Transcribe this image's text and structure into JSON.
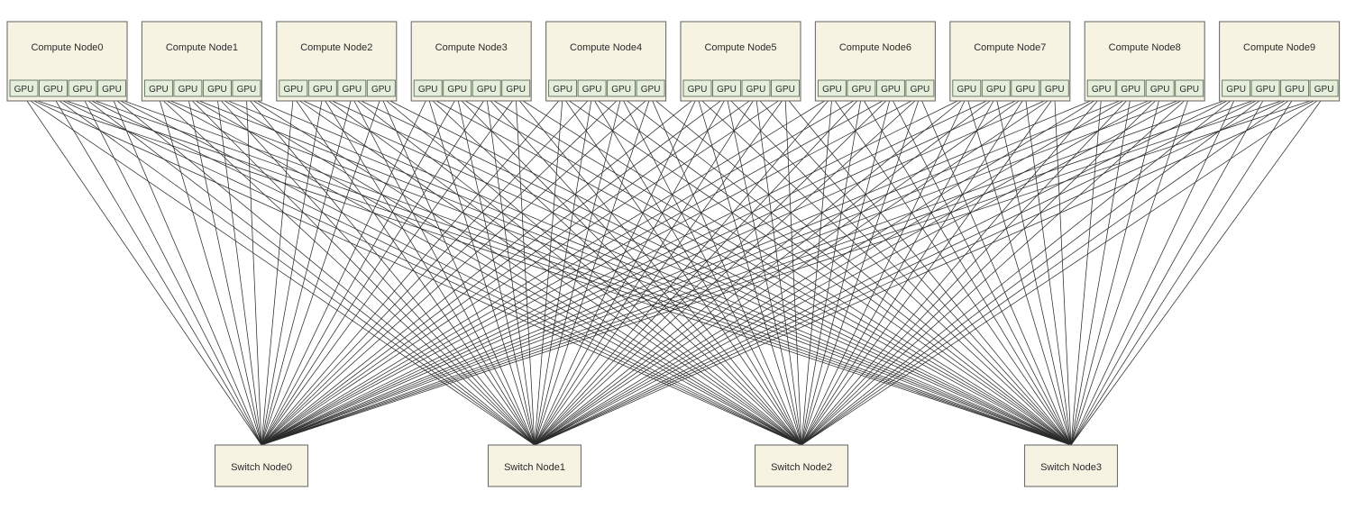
{
  "compute_nodes": [
    {
      "label": "Compute Node0",
      "gpus": [
        "GPU",
        "GPU",
        "GPU",
        "GPU"
      ]
    },
    {
      "label": "Compute Node1",
      "gpus": [
        "GPU",
        "GPU",
        "GPU",
        "GPU"
      ]
    },
    {
      "label": "Compute Node2",
      "gpus": [
        "GPU",
        "GPU",
        "GPU",
        "GPU"
      ]
    },
    {
      "label": "Compute Node3",
      "gpus": [
        "GPU",
        "GPU",
        "GPU",
        "GPU"
      ]
    },
    {
      "label": "Compute Node4",
      "gpus": [
        "GPU",
        "GPU",
        "GPU",
        "GPU"
      ]
    },
    {
      "label": "Compute Node5",
      "gpus": [
        "GPU",
        "GPU",
        "GPU",
        "GPU"
      ]
    },
    {
      "label": "Compute Node6",
      "gpus": [
        "GPU",
        "GPU",
        "GPU",
        "GPU"
      ]
    },
    {
      "label": "Compute Node7",
      "gpus": [
        "GPU",
        "GPU",
        "GPU",
        "GPU"
      ]
    },
    {
      "label": "Compute Node8",
      "gpus": [
        "GPU",
        "GPU",
        "GPU",
        "GPU"
      ]
    },
    {
      "label": "Compute Node9",
      "gpus": [
        "GPU",
        "GPU",
        "GPU",
        "GPU"
      ]
    }
  ],
  "switch_nodes": [
    {
      "label": "Switch Node0"
    },
    {
      "label": "Switch Node1"
    },
    {
      "label": "Switch Node2"
    },
    {
      "label": "Switch Node3"
    }
  ],
  "connectivity": "every GPU connects to every switch node",
  "colors": {
    "node_fill": "#f7f3e3",
    "gpu_fill": "#e4eedb",
    "link": "#2b2b2b"
  }
}
